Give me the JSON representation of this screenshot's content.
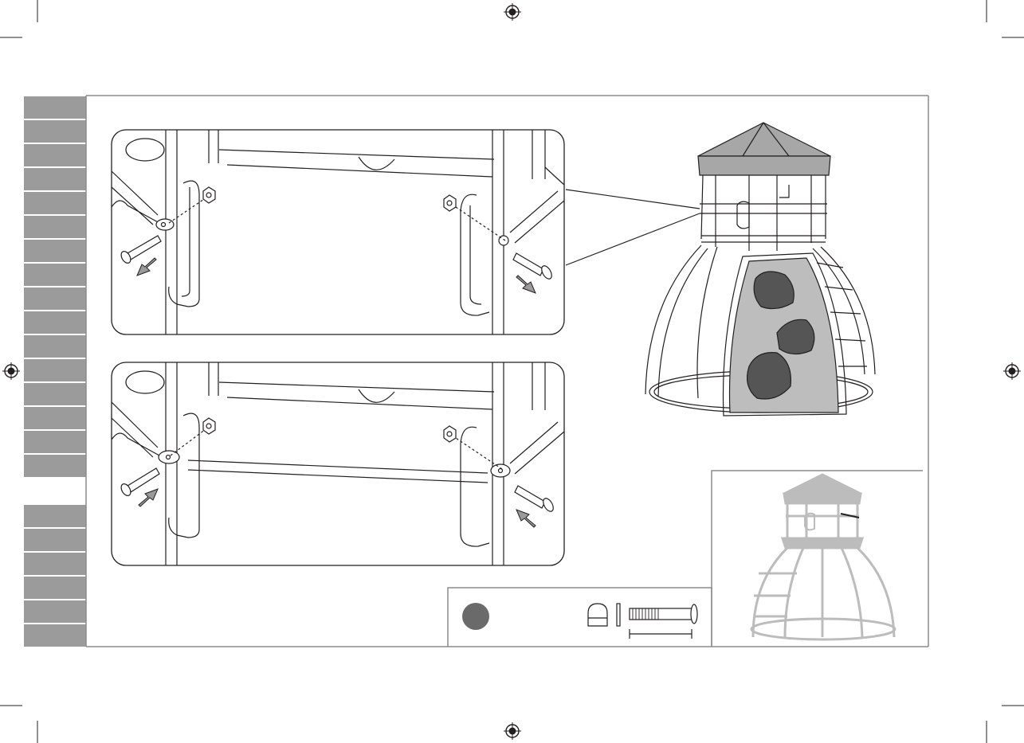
{
  "page": {
    "kind": "assembly-instruction-step",
    "colors": {
      "line": "#231f20",
      "tab_gray": "#9b9b9b",
      "frame_gray": "#8c8c8c",
      "canopy_gray": "#a7a7a7",
      "panel_gray": "#bdbdbd",
      "overview_gray": "#bcbcbc",
      "arrow_gray": "#9a9a9a",
      "badge_gray": "#6a6a6a"
    },
    "icons": [
      "registration-mark-icon",
      "arrow-icon",
      "nut-icon",
      "washer-icon",
      "bolt-icon"
    ]
  },
  "side_tabs": {
    "upper_count": 16,
    "lower_count": 6
  },
  "detail_panels": [
    {
      "name": "detail-panel-top",
      "step": "remove-bolts",
      "arrow_direction": "outward"
    },
    {
      "name": "detail-panel-bottom",
      "step": "insert-bolts-through-crossbar",
      "arrow_direction": "inward"
    }
  ],
  "hardware": {
    "badge_label": "",
    "items": [
      "cap-nut",
      "washer",
      "bolt"
    ],
    "length_label": ""
  },
  "overview": {
    "description_visible": false
  }
}
